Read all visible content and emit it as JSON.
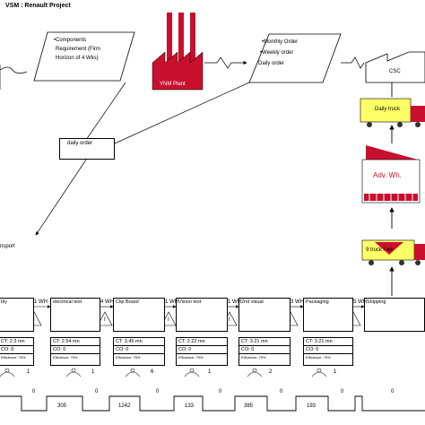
{
  "title": "VSM : Renault Project",
  "supplier": {
    "label": "YNM Plant"
  },
  "supplier_note": {
    "line1": "•Components",
    "line2": "Requirement (Firm",
    "line3": "Horizon of 4 Wks)"
  },
  "customer_note": {
    "line1": "•Monthly Order",
    "line2": "•Weekly order",
    "line3": "Daily order"
  },
  "customer": {
    "label": "CSC"
  },
  "daily_order": "daily order",
  "daily_truck": "Daily truck",
  "warehouse": {
    "label": "Adv. Wh."
  },
  "truck_9": {
    "label": "9 truck / wk"
  },
  "transport_cut": "nsport",
  "processes": [
    {
      "label": "bly",
      "wh": "1 WH",
      "ct": "CT: 2.3 mn",
      "co": "CO: 0",
      "eff": "Efficience: 75%"
    },
    {
      "label": "electrical test",
      "wh": "4 WH",
      "ct": "CT: 2.54 mn",
      "co": "CO: 0",
      "eff": "Efficience: 79%"
    },
    {
      "label": "Clip Board",
      "wh": "1 WH",
      "ct": "CT: 3.45 mn",
      "co": "CO: 0",
      "eff": "Efficience: 75%"
    },
    {
      "label": "Vision test",
      "wh": "1 WH",
      "ct": "CT: 2.22 mn",
      "co": "CO: 0",
      "eff": "Efficience: 79%"
    },
    {
      "label": "2nd visual",
      "wh": "3 WH",
      "ct": "CT: 3.21 mn",
      "co": "CO: 0",
      "eff": "Efficience: 79%"
    },
    {
      "label": "Packaging",
      "wh": "5 WH",
      "ct": "CT: 3.21 mn",
      "co": "CO: 0",
      "eff": "Efficience: 75%"
    },
    {
      "label": "Shipping",
      "wh": "",
      "ct": "",
      "co": "",
      "eff": ""
    }
  ],
  "operators": [
    "1",
    "1",
    "6",
    "1",
    "2",
    "1"
  ],
  "inventory_mark": "I",
  "timeline": {
    "upper": [
      "0",
      "0",
      "0",
      "0",
      "0",
      "0",
      "0"
    ],
    "lower": [
      "305",
      "1242",
      "133",
      "385",
      "193"
    ]
  }
}
